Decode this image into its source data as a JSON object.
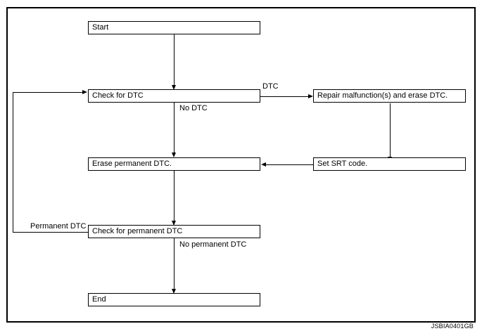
{
  "diagram": {
    "type": "flowchart",
    "watermark": "JSBIA0401GB",
    "nodes": [
      {
        "id": "start",
        "label": "Start"
      },
      {
        "id": "check_dtc",
        "label": "Check for DTC"
      },
      {
        "id": "repair",
        "label": "Repair malfunction(s) and erase DTC."
      },
      {
        "id": "erase_permanent",
        "label": "Erase permanent DTC."
      },
      {
        "id": "set_srt",
        "label": "Set SRT code."
      },
      {
        "id": "check_permanent",
        "label": "Check for permanent DTC"
      },
      {
        "id": "end",
        "label": "End"
      }
    ],
    "edge_labels": {
      "dtc": "DTC",
      "no_dtc": "No DTC",
      "permanent_dtc": "Permanent DTC",
      "no_permanent_dtc": "No permanent DTC"
    }
  }
}
